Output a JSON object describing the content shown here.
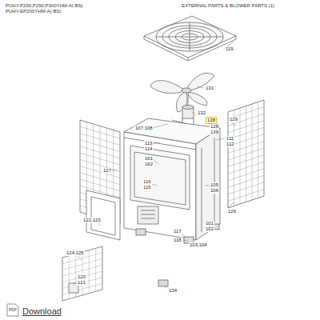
{
  "diagram": {
    "title": "EXTERNAL PARTS & BLOWER PARTS (1)",
    "labels": [
      "PUHY-P200,P250,P300YHM-A(-BS)",
      "PUHY-EP200YHM-A(-BS)",
      "119",
      "131",
      "132",
      "138",
      "128",
      "139",
      "107,108",
      "111",
      "112",
      "113",
      "114",
      "129",
      "127",
      "161",
      "162",
      "116",
      "115",
      "105",
      "106",
      "126",
      "122,123",
      "101",
      "102",
      "117",
      "118",
      "103,104",
      "124,125",
      "120",
      "121",
      "134",
      "PDF",
      "Download"
    ]
  }
}
